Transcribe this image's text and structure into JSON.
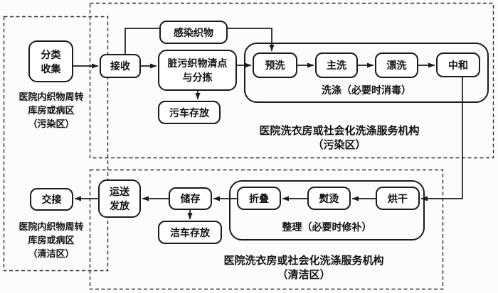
{
  "diagram": {
    "title": "hospital-linen-washing-process-flowchart",
    "regions": {
      "ward_dirty": "医院内织物周转\n库房或病区\n（污染区）",
      "ward_clean": "医院内织物周转\n库房或病区\n（清洁区）",
      "laundry_dirty": "医院洗衣房或社会化洗涤服务机构\n（污染区）",
      "laundry_clean": "医院洗衣房或社会化洗涤服务机构\n（清洁区）"
    },
    "groups": {
      "washing": "洗涤（必要时消毒）",
      "finishing": "整理（必要时修补）"
    },
    "nodes": {
      "classify_collect": "分类\n收集",
      "receive": "接收",
      "infected_fabric": "感染织物",
      "dirty_sort": "脏污织物清点\n与分拣",
      "dirty_cart_storage": "污车存放",
      "prewash": "预洗",
      "main_wash": "主洗",
      "rinse": "漂洗",
      "neutralize": "中和",
      "handover": "交接",
      "transport_distribute": "运送\n发放",
      "storage": "储存",
      "clean_cart_storage": "洁车存放",
      "fold": "折叠",
      "iron": "熨烫",
      "dry": "烘干"
    },
    "edges": [
      {
        "from": "classify_collect",
        "to": "receive"
      },
      {
        "from": "receive",
        "to": "infected_fabric"
      },
      {
        "from": "infected_fabric",
        "to": "prewash"
      },
      {
        "from": "receive",
        "to": "dirty_sort"
      },
      {
        "from": "dirty_sort",
        "to": "dirty_cart_storage"
      },
      {
        "from": "dirty_sort",
        "to": "prewash"
      },
      {
        "from": "prewash",
        "to": "main_wash"
      },
      {
        "from": "main_wash",
        "to": "rinse"
      },
      {
        "from": "rinse",
        "to": "neutralize"
      },
      {
        "from": "neutralize",
        "to": "dry"
      },
      {
        "from": "dry",
        "to": "iron"
      },
      {
        "from": "iron",
        "to": "fold"
      },
      {
        "from": "fold",
        "to": "storage"
      },
      {
        "from": "storage",
        "to": "clean_cart_storage"
      },
      {
        "from": "storage",
        "to": "transport_distribute"
      },
      {
        "from": "transport_distribute",
        "to": "handover"
      }
    ],
    "colors": {
      "solid_line": "#1b1b1b",
      "dashed_line": "#2e2e2e",
      "background": "#fcfcfc",
      "box_fill": "#ffffff"
    }
  }
}
